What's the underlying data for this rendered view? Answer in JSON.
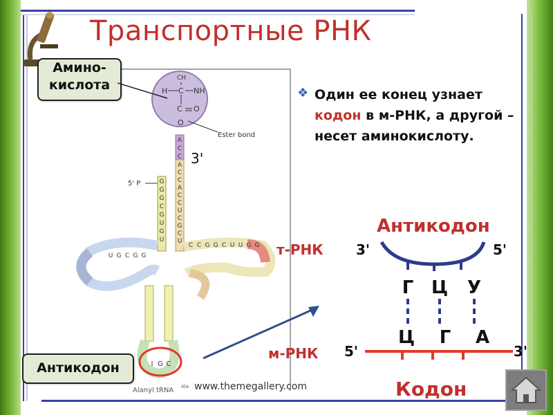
{
  "title": "Транспортные РНК",
  "left_labels": {
    "amino_acid": [
      "Амино-",
      "кислота"
    ],
    "anticodon": "Антикодон"
  },
  "bullet": {
    "part1": "Один ее конец узнает ",
    "codon_word": "кодон",
    "part2": " в м-РНК, а другой – несет аминокислоту."
  },
  "molecule": {
    "groups": {
      "ch3": "CH",
      "h": "H",
      "nh3": "NH",
      "c": "C",
      "o": "O"
    },
    "ester_bond": "Ester bond",
    "end3": "3'",
    "end5": "5' P",
    "caption": "Alanyl tRNA",
    "caption_sup": "Ala",
    "acceptor_5prime_strand": [
      "G",
      "G",
      "G",
      "C",
      "G",
      "U",
      "G",
      "U"
    ],
    "acceptor_3prime_strand": [
      "A",
      "C",
      "C",
      "A",
      "C",
      "C",
      "U",
      "C",
      "G",
      "C",
      "U"
    ],
    "acceptor_tail": [
      "A",
      "C",
      "C"
    ],
    "d_arm": [
      "U",
      "G",
      "C",
      "G",
      "G"
    ],
    "t_arm": [
      "C",
      "C",
      "G",
      "G",
      "C",
      "U",
      "U",
      "G",
      "G"
    ],
    "anticodon_loop": [
      "I",
      "G",
      "C"
    ]
  },
  "scheme": {
    "anticodon_label": "Антикодон",
    "trna_label": "т-РНК",
    "mrna_label": "м-РНК",
    "codon_label": "Кодон",
    "trna_ends": [
      "3'",
      "5'"
    ],
    "mrna_ends": [
      "5'",
      "3'"
    ],
    "anticodon_letters": [
      "Г",
      "Ц",
      "У"
    ],
    "codon_letters": [
      "Ц",
      "Г",
      "А"
    ]
  },
  "footer": {
    "url": "www.themegallery.com"
  },
  "colors": {
    "accent_red": "#c0302d",
    "navy": "#2e3a8c",
    "bullet_blue": "#3b5fb0",
    "green_band": "#6aaa2e"
  }
}
